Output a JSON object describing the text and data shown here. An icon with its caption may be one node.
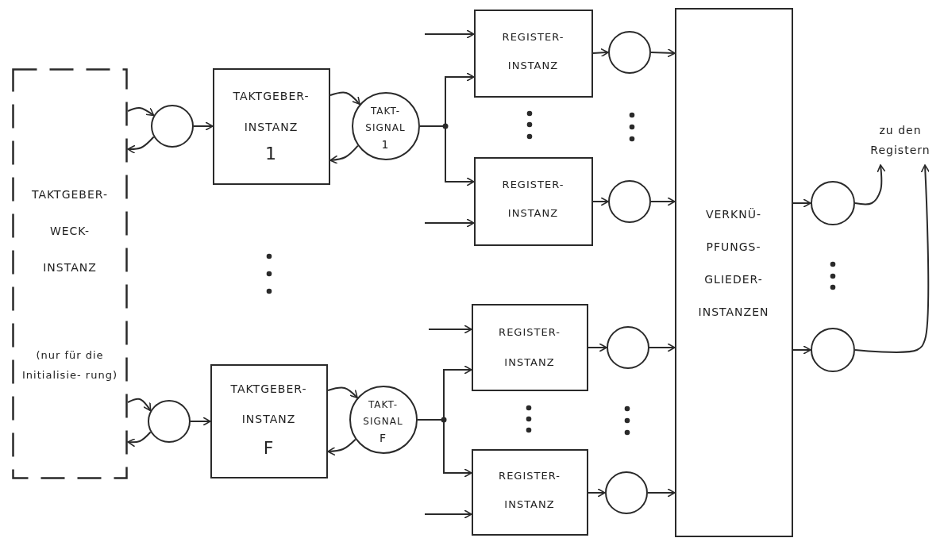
{
  "diagram": {
    "nodes": [
      {
        "text": [
          "TAKTGEBER- WECK- INSTANZ",
          "(nur für die Initialisie- rung)"
        ]
      },
      {
        "text": [],
        "shape": "circle"
      },
      {
        "text": [
          "TAKTGEBER- INSTANZ",
          "1"
        ]
      },
      {
        "text": [
          "TAKT- SIGNAL",
          "1"
        ]
      },
      {
        "text": [],
        "shape": "circle"
      },
      {
        "text": [
          "TAKTGEBER- INSTANZ",
          "F"
        ]
      },
      {
        "text": [
          "TAKT- SIGNAL",
          "F"
        ]
      },
      {
        "text": [
          "REGISTER- INSTANZ"
        ]
      },
      {
        "text": [
          "REGISTER- INSTANZ"
        ]
      },
      {
        "text": [
          "REGISTER- INSTANZ"
        ]
      },
      {
        "text": [
          "REGISTER- INSTANZ"
        ]
      },
      {
        "text": [],
        "shape": "circle"
      },
      {
        "text": [],
        "shape": "circle"
      },
      {
        "text": [],
        "shape": "circle"
      },
      {
        "text": [],
        "shape": "circle"
      },
      {
        "text": [
          "VERKNÜ- PFUNGS- GLIEDER- INSTANZEN"
        ]
      },
      {
        "text": [],
        "shape": "circle"
      },
      {
        "text": [],
        "shape": "circle"
      },
      {
        "text": [
          "zu den Registern"
        ]
      }
    ],
    "edges": [
      {
        "from": 0,
        "to": 1,
        "arrow": "to"
      },
      {
        "from": 1,
        "to": 0,
        "arrow": "to"
      },
      {
        "from": 1,
        "to": 2,
        "arrow": "to"
      },
      {
        "from": 2,
        "to": 3,
        "arrow": "to"
      },
      {
        "from": 3,
        "to": 2,
        "arrow": "to"
      },
      {
        "from": 0,
        "to": 4,
        "arrow": "to"
      },
      {
        "from": 4,
        "to": 0,
        "arrow": "to"
      },
      {
        "from": 4,
        "to": 5,
        "arrow": "to"
      },
      {
        "from": 5,
        "to": 6,
        "arrow": "to"
      },
      {
        "from": 6,
        "to": 5,
        "arrow": "to"
      },
      {
        "from": 3,
        "to": 7,
        "arrow": "to"
      },
      {
        "from": 3,
        "to": 8,
        "arrow": "to"
      },
      {
        "from": 6,
        "to": 9,
        "arrow": "to"
      },
      {
        "from": 6,
        "to": 10,
        "arrow": "to"
      },
      {
        "from": null,
        "to": 7,
        "arrow": "to"
      },
      {
        "from": null,
        "to": 8,
        "arrow": "to"
      },
      {
        "from": null,
        "to": 9,
        "arrow": "to"
      },
      {
        "from": null,
        "to": 10,
        "arrow": "to"
      },
      {
        "from": 7,
        "to": 11,
        "arrow": "to"
      },
      {
        "from": 11,
        "to": 15,
        "arrow": "to"
      },
      {
        "from": 8,
        "to": 12,
        "arrow": "to"
      },
      {
        "from": 12,
        "to": 15,
        "arrow": "to"
      },
      {
        "from": 9,
        "to": 13,
        "arrow": "to"
      },
      {
        "from": 13,
        "to": 15,
        "arrow": "to"
      },
      {
        "from": 10,
        "to": 14,
        "arrow": "to"
      },
      {
        "from": 14,
        "to": 15,
        "arrow": "to"
      },
      {
        "from": 15,
        "to": 16,
        "arrow": "to"
      },
      {
        "from": 16,
        "to": 18,
        "arrow": "to"
      },
      {
        "from": 15,
        "to": 17,
        "arrow": "to"
      },
      {
        "from": 17,
        "to": 18,
        "arrow": "to"
      }
    ]
  }
}
